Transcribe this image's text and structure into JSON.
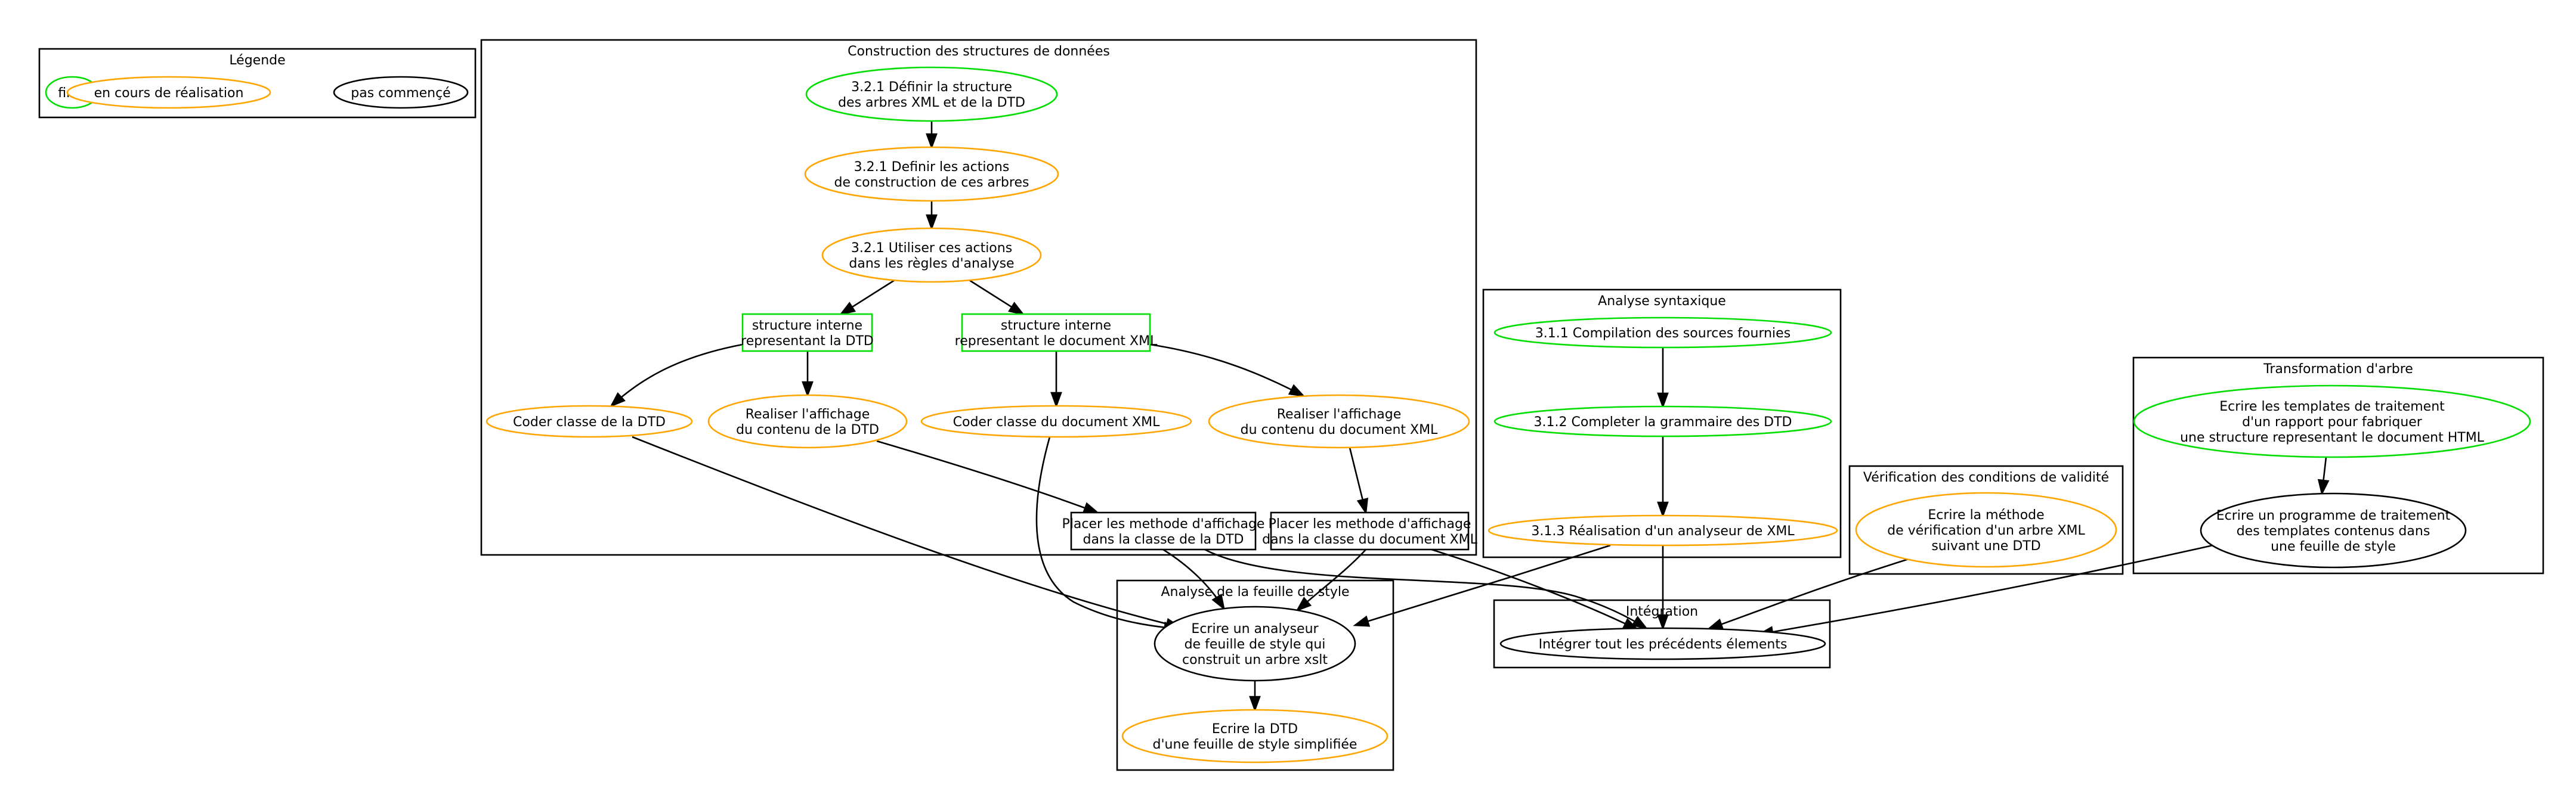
{
  "colors": {
    "finished": "#00dd00",
    "in_progress": "#ffa500",
    "not_started": "#000000"
  },
  "clusters": {
    "legend": "Légende",
    "data_structures": "Construction des structures de données",
    "syntax": "Analyse syntaxique",
    "stylesheet": "Analyse de la feuille de style",
    "integration": "Intégration",
    "validity": "Vérification des conditions de validité",
    "tree": "Transformation d'arbre"
  },
  "nodes": {
    "legend_finished": {
      "lines": [
        "finie"
      ],
      "status": "finished",
      "shape": "ellipse"
    },
    "legend_in_progress": {
      "lines": [
        "en cours de réalisation"
      ],
      "status": "in_progress",
      "shape": "ellipse"
    },
    "legend_not_started": {
      "lines": [
        "pas commençé"
      ],
      "status": "not_started",
      "shape": "ellipse"
    },
    "define_structure": {
      "lines": [
        "3.2.1 Définir la structure",
        "des arbres XML et de la DTD"
      ],
      "status": "finished",
      "shape": "ellipse"
    },
    "define_actions": {
      "lines": [
        "3.2.1 Definir les actions",
        "de construction de ces arbres"
      ],
      "status": "in_progress",
      "shape": "ellipse"
    },
    "use_actions": {
      "lines": [
        "3.2.1 Utiliser ces actions",
        "dans les règles d'analyse"
      ],
      "status": "in_progress",
      "shape": "ellipse"
    },
    "internal_dtd": {
      "lines": [
        "structure interne",
        "representant la DTD"
      ],
      "status": "finished",
      "shape": "box"
    },
    "internal_xml": {
      "lines": [
        "structure interne",
        "representant le document XML"
      ],
      "status": "finished",
      "shape": "box"
    },
    "code_dtd_class": {
      "lines": [
        "Coder classe de la DTD"
      ],
      "status": "in_progress",
      "shape": "ellipse"
    },
    "display_dtd": {
      "lines": [
        "Realiser l'affichage",
        "du contenu de la DTD"
      ],
      "status": "in_progress",
      "shape": "ellipse"
    },
    "code_xml_class": {
      "lines": [
        "Coder classe du document XML"
      ],
      "status": "in_progress",
      "shape": "ellipse"
    },
    "display_xml": {
      "lines": [
        "Realiser l'affichage",
        "du contenu du document XML"
      ],
      "status": "in_progress",
      "shape": "ellipse"
    },
    "place_dtd": {
      "lines": [
        "Placer les methode d'affichage",
        "dans la classe de la DTD"
      ],
      "status": "not_started",
      "shape": "box"
    },
    "place_xml": {
      "lines": [
        "Placer les methode d'affichage",
        "dans la classe du document XML"
      ],
      "status": "not_started",
      "shape": "box"
    },
    "compile_sources": {
      "lines": [
        "3.1.1 Compilation des sources fournies"
      ],
      "status": "finished",
      "shape": "ellipse"
    },
    "complete_grammar": {
      "lines": [
        "3.1.2 Completer la grammaire des DTD"
      ],
      "status": "finished",
      "shape": "ellipse"
    },
    "xml_parser": {
      "lines": [
        "3.1.3 Réalisation d'un analyseur de XML"
      ],
      "status": "in_progress",
      "shape": "ellipse"
    },
    "validity_method": {
      "lines": [
        "Ecrire la méthode",
        "de vérification d'un arbre XML",
        "suivant une DTD"
      ],
      "status": "in_progress",
      "shape": "ellipse"
    },
    "write_templates": {
      "lines": [
        "Ecrire les templates de traitement",
        "d'un rapport pour fabriquer",
        "une structure representant le document HTML"
      ],
      "status": "finished",
      "shape": "ellipse"
    },
    "template_program": {
      "lines": [
        "Ecrire un programme de traitement",
        "des templates contenus dans",
        "une feuille de style"
      ],
      "status": "not_started",
      "shape": "ellipse"
    },
    "stylesheet_parser": {
      "lines": [
        "Ecrire un analyseur",
        "de feuille de style qui",
        "construit un arbre xslt"
      ],
      "status": "not_started",
      "shape": "ellipse"
    },
    "simplified_dtd": {
      "lines": [
        "Ecrire la DTD",
        "d'une feuille de style simplifiée"
      ],
      "status": "in_progress",
      "shape": "ellipse"
    },
    "integrate_all": {
      "lines": [
        "Intégrer tout les précédents élements"
      ],
      "status": "not_started",
      "shape": "ellipse"
    }
  },
  "edges": [
    [
      "define_structure",
      "define_actions"
    ],
    [
      "define_actions",
      "use_actions"
    ],
    [
      "use_actions",
      "internal_dtd"
    ],
    [
      "use_actions",
      "internal_xml"
    ],
    [
      "internal_dtd",
      "code_dtd_class"
    ],
    [
      "internal_dtd",
      "display_dtd"
    ],
    [
      "internal_xml",
      "code_xml_class"
    ],
    [
      "internal_xml",
      "display_xml"
    ],
    [
      "display_dtd",
      "place_dtd"
    ],
    [
      "display_xml",
      "place_xml"
    ],
    [
      "code_dtd_class",
      "stylesheet_parser"
    ],
    [
      "code_xml_class",
      "stylesheet_parser"
    ],
    [
      "place_dtd",
      "stylesheet_parser"
    ],
    [
      "place_xml",
      "stylesheet_parser"
    ],
    [
      "xml_parser",
      "stylesheet_parser"
    ],
    [
      "stylesheet_parser",
      "simplified_dtd"
    ],
    [
      "compile_sources",
      "complete_grammar"
    ],
    [
      "complete_grammar",
      "xml_parser"
    ],
    [
      "xml_parser",
      "integrate_all"
    ],
    [
      "place_dtd",
      "integrate_all"
    ],
    [
      "place_xml",
      "integrate_all"
    ],
    [
      "validity_method",
      "integrate_all"
    ],
    [
      "template_program",
      "integrate_all"
    ],
    [
      "write_templates",
      "template_program"
    ]
  ]
}
